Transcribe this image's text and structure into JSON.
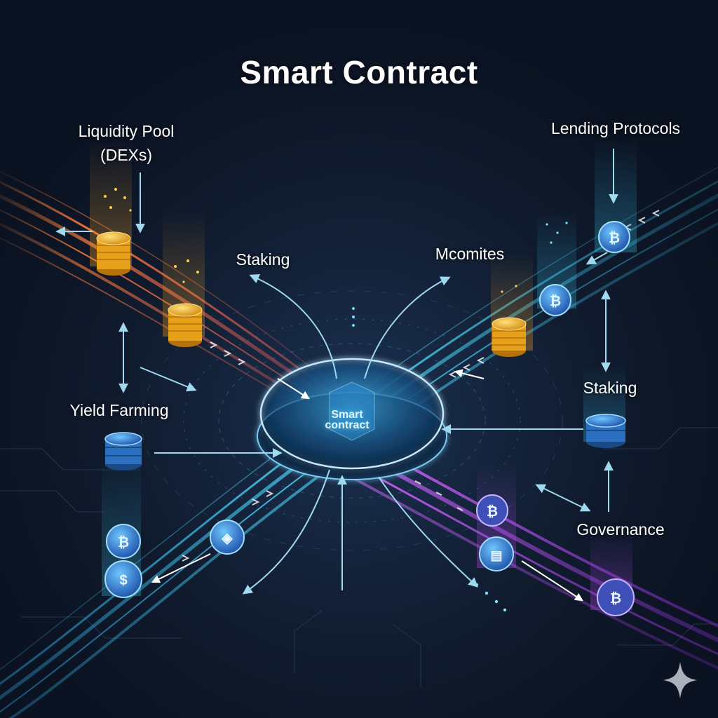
{
  "title": "Smart Contract",
  "hub": {
    "line1": "Smart",
    "line2": "contract"
  },
  "nodes": {
    "liquidity_pool": {
      "line1": "Liquidity Pool",
      "line2": "(DEXs)"
    },
    "lending_protocols": "Lending Protocols",
    "staking_left": "Staking",
    "mcomites": "Mcomites",
    "staking_right": "Staking",
    "yield_farming": "Yield Farming",
    "governance": "Governance"
  },
  "colors": {
    "background": "#0b1322",
    "stream_orange": "#ff7a3c",
    "stream_cyan": "#38c8f0",
    "stream_purple": "#c04cf0",
    "coin_gold": "#f2b625",
    "coin_blue": "#2f7fd8",
    "arrow": "#9fd9ee"
  },
  "icons": [
    "gold-coin-stack-icon",
    "blue-token-coin-icon",
    "blue-coin-stack-icon",
    "sparkle-icon"
  ]
}
